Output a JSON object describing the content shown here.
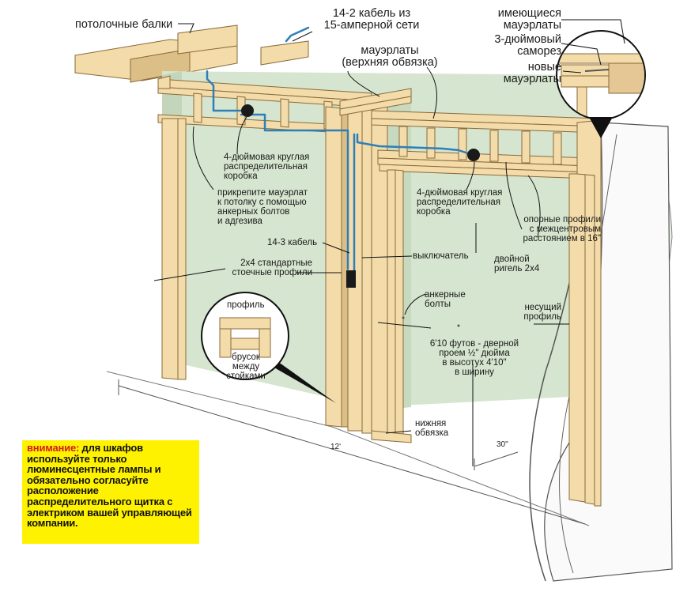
{
  "labels": {
    "ceiling_beams": "потолочные балки",
    "cable_14_2": "14-2 кабель из\n15-амперной сети",
    "existing_plates": "имеющиеся\nмауэрлаты",
    "lag_screw": "3-дюймовый\nсаморез",
    "new_plates": "новые\nмауэрлаты",
    "top_plates": "мауэрлаты\n(верхняя обвязка)",
    "box_left": "4-дюймовая круглая\nраспределительная\nкоробка",
    "anchor_top": "прикрепите мауэрлат\nк потолку с помощью\nанкерных болтов\nи адгезива",
    "box_right": "4-дюймовая круглая\nраспределительная\nкоробка",
    "blocking": "опорные профили\nс межцентровым\nрасстоянием в 16\"",
    "cable_14_3": "14-3 кабель",
    "switch": "выключатель",
    "double_header": "двойной\nригель 2х4",
    "studs": "2х4 стандартные\nстоечные профили",
    "anchor_bolts": "анкерные\nболты",
    "jack_stud": "несущий\nпрофиль",
    "door_opening": "6'10 футов - дверной\nпроем ½\" дюйма\nв высотух 4'10\"\nв ширину",
    "bottom_plate": "нижняя\nобвязка",
    "inset_profile": "профиль",
    "inset_block": "брусок между\nстойками",
    "dim_12": "12'",
    "dim_30": "30\""
  },
  "warning": {
    "title": "внимание:",
    "text": " для шкафов используйте только люминесцентные лампы и обязательно согласуйте расположение распределительного щитка с электриком вашей управляющей компании."
  },
  "colors": {
    "wood": "#f3dcaa",
    "wood_edge": "#8a6a3a",
    "drywall": "#cfe0c8",
    "cable": "#2e7fb8",
    "warning_bg": "#fff200",
    "warning_title": "#d21b1b"
  }
}
